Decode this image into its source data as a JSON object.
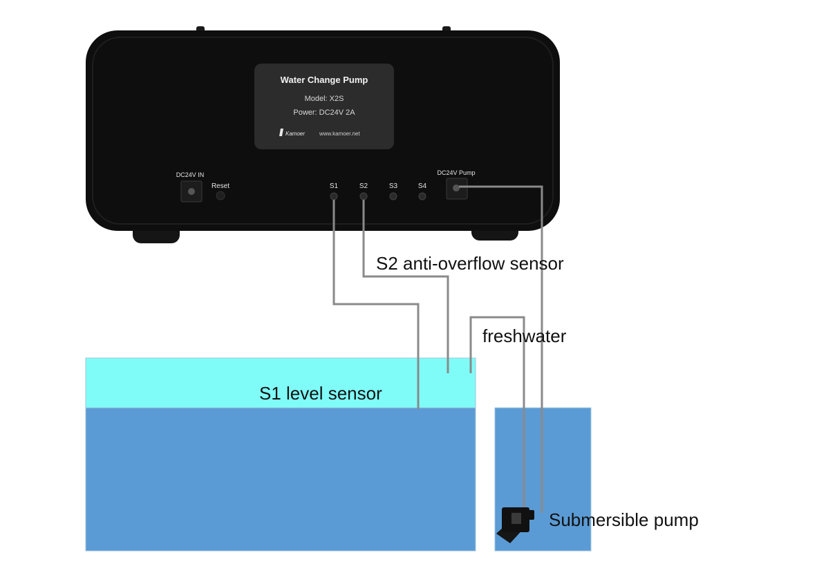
{
  "device": {
    "nameplate": {
      "title": "Water Change Pump",
      "model": "Model: X2S",
      "power": "Power: DC24V  2A",
      "brand": "Kamoer",
      "website": "www.kamoer.net"
    },
    "ports": {
      "dc_in": "DC24V IN",
      "reset": "Reset",
      "s1": "S1",
      "s2": "S2",
      "s3": "S3",
      "s4": "S4",
      "dc_pump": "DC24V Pump"
    }
  },
  "labels": {
    "s2_sensor": "S2 anti-overflow sensor",
    "freshwater": "freshwater",
    "s1_sensor": "S1 level sensor",
    "pump": "Submersible pump"
  },
  "colors": {
    "device_body": "#0e0e0e",
    "nameplate": "#2c2c2c",
    "tank_water": "#5b9bd5",
    "tank_air_gap": "#7ffcf8",
    "wire": "#8a8a8a",
    "label_text": "#111111"
  }
}
